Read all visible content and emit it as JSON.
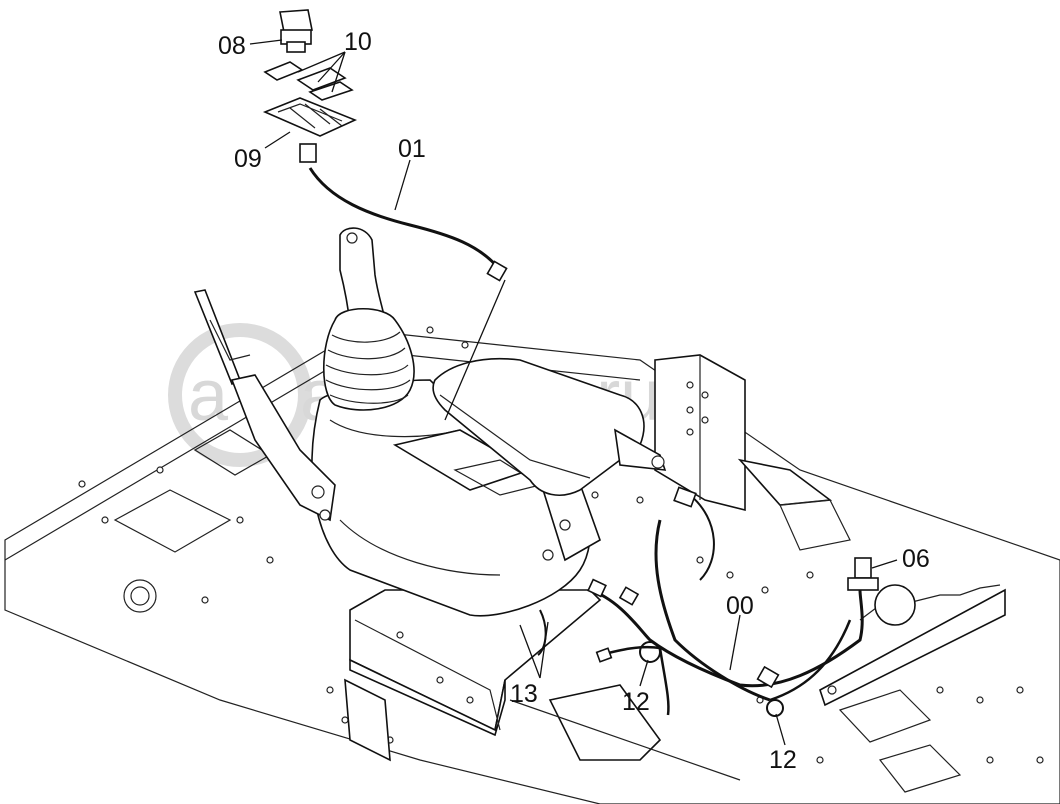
{
  "watermark": {
    "text": "autopiter.ru"
  },
  "callouts": {
    "c08": "08",
    "c10": "10",
    "c09": "09",
    "c01": "01",
    "c06": "06",
    "c00": "00",
    "c13": "13",
    "c12a": "12",
    "c12b": "12"
  }
}
